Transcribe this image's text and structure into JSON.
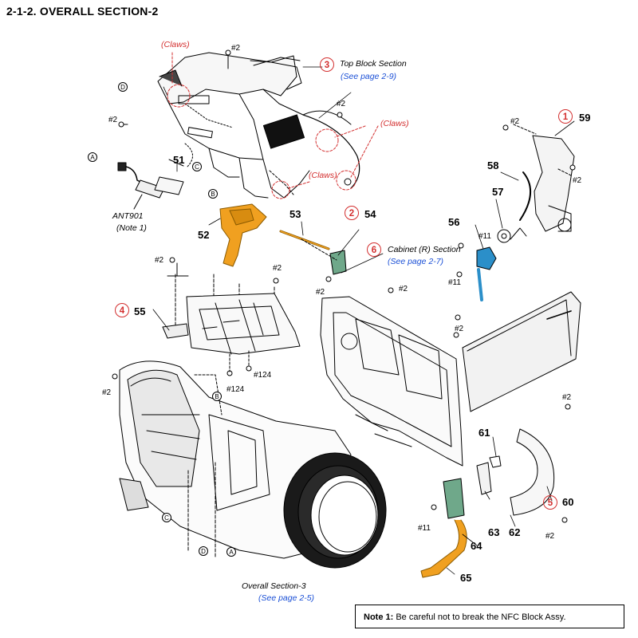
{
  "header": {
    "title": "2-1-2. OVERALL SECTION-2"
  },
  "part_numbers": [
    "51",
    "52",
    "53",
    "54",
    "55",
    "56",
    "57",
    "58",
    "59",
    "60",
    "61",
    "62",
    "63",
    "64",
    "65"
  ],
  "screw_marks": {
    "m2": "#2",
    "m11": "#11",
    "m124": "#124"
  },
  "section_refs": [
    {
      "num": "1"
    },
    {
      "num": "2"
    },
    {
      "num": "3",
      "title": "Top Block Section",
      "page": "(See page 2-9)"
    },
    {
      "num": "4"
    },
    {
      "num": "5"
    },
    {
      "num": "6",
      "title": "Cabinet (R) Section",
      "page": "(See page 2-7)"
    }
  ],
  "claws": "(Claws)",
  "antenna": {
    "name": "ANT901",
    "note": "(Note 1)"
  },
  "overall3": {
    "title": "Overall Section-3",
    "page": "(See page 2-5)"
  },
  "connectors": {
    "A": "A",
    "B": "B",
    "C": "C",
    "D": "D"
  },
  "note": {
    "label": "Note 1:",
    "text": " Be careful not to break the NFC Block Assy."
  },
  "colors": {
    "accent_red": "#d32f2f",
    "link_blue": "#1a4fd6",
    "flex_orange": "#f0a020",
    "board_green": "#6fa88a",
    "part_blue": "#2b8fc9"
  }
}
